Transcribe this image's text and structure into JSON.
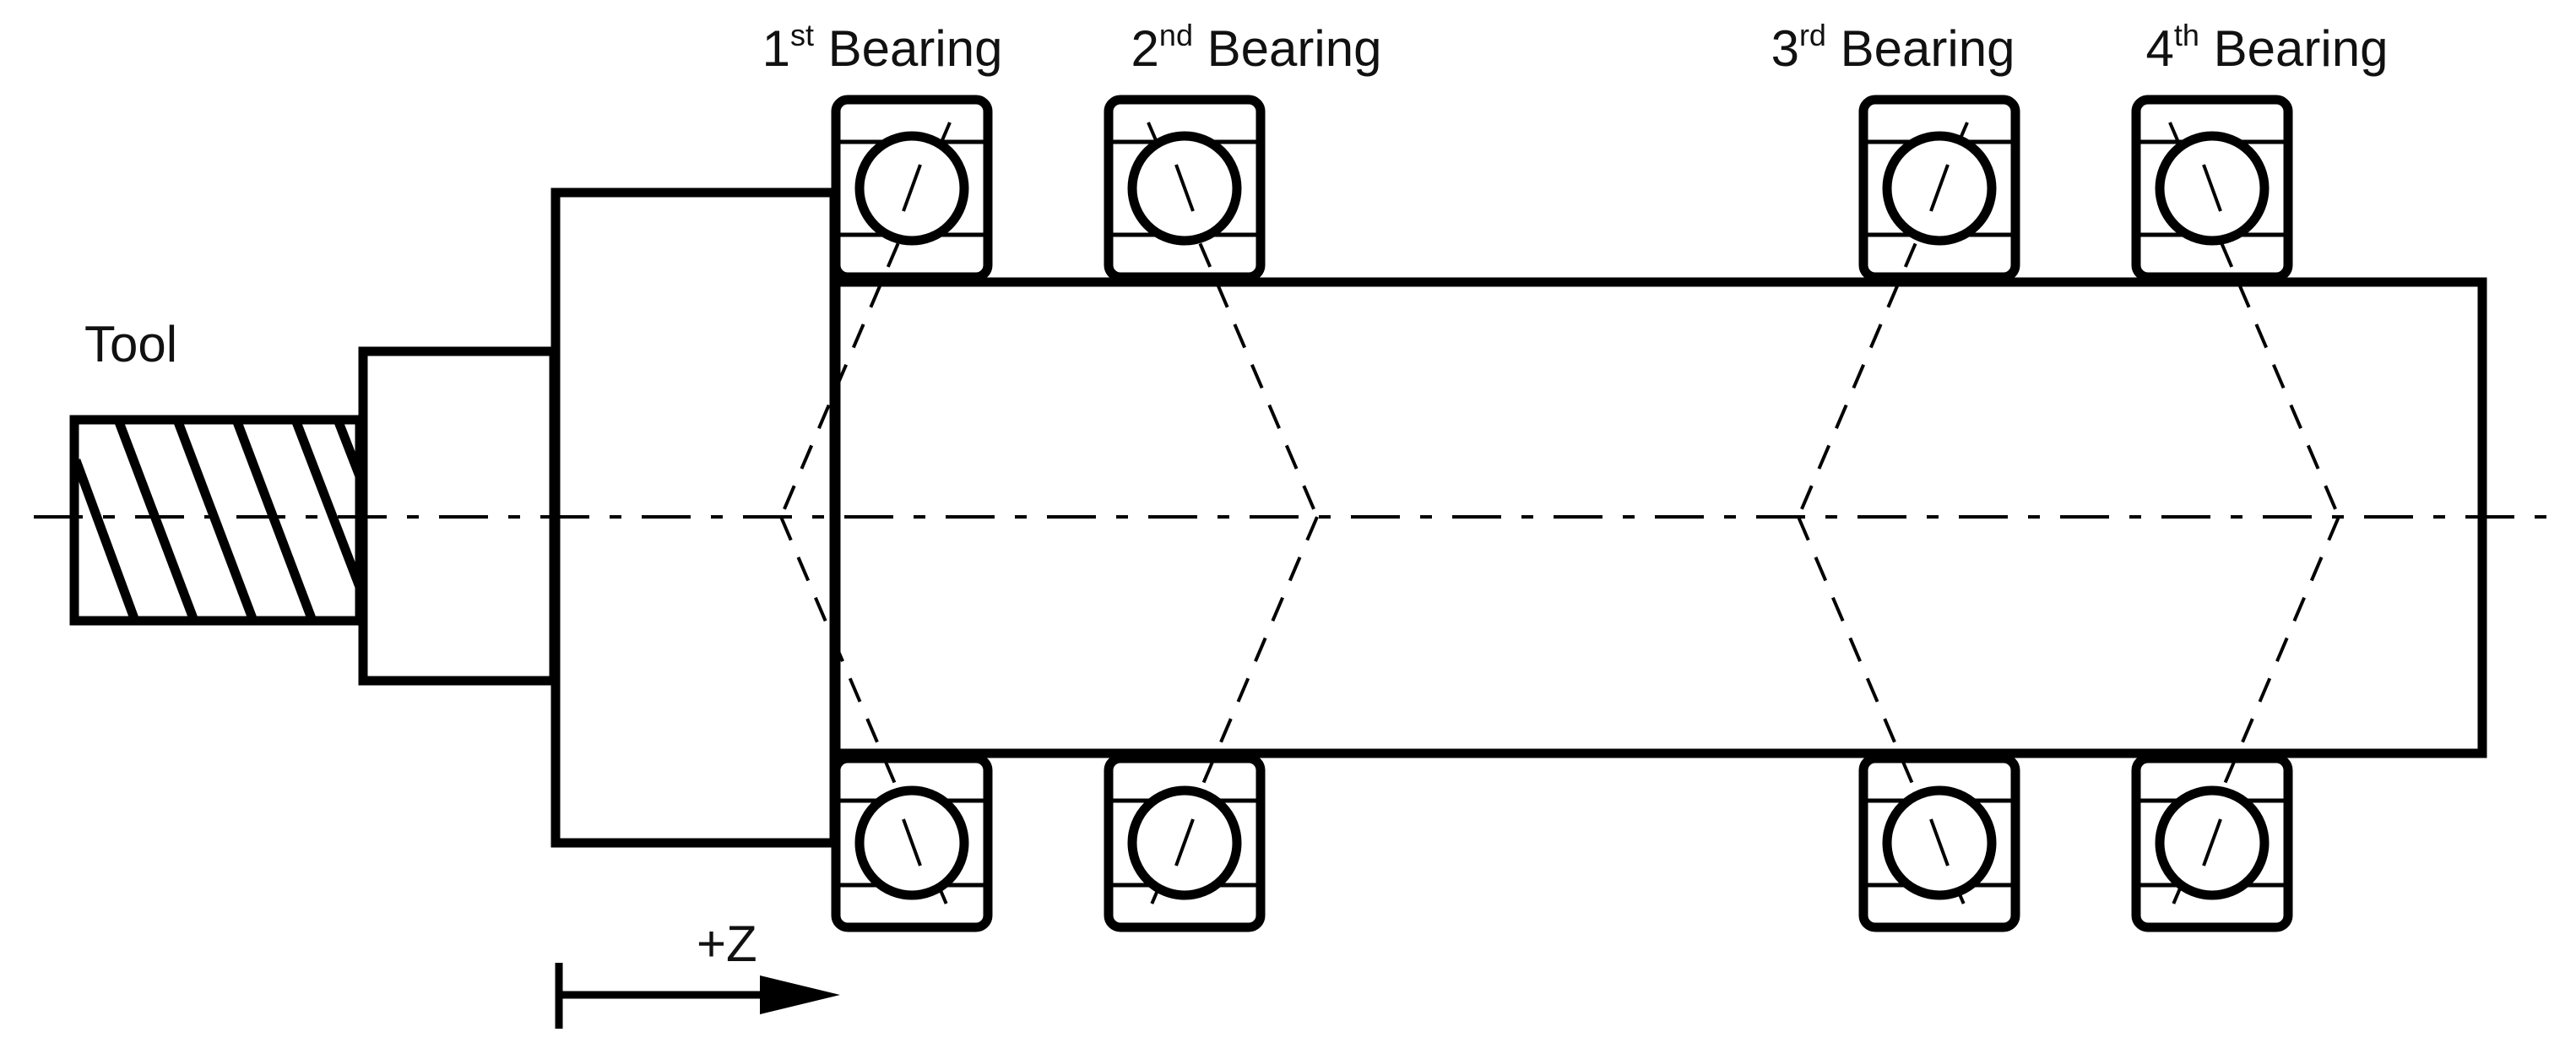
{
  "labels": {
    "tool": "Tool",
    "axis": "+Z"
  },
  "bearings": [
    {
      "num": "1",
      "suffix": "st",
      "word": "Bearing"
    },
    {
      "num": "2",
      "suffix": "nd",
      "word": "Bearing"
    },
    {
      "num": "3",
      "suffix": "rd",
      "word": "Bearing"
    },
    {
      "num": "4",
      "suffix": "th",
      "word": "Bearing"
    }
  ],
  "colors": {
    "line": "#000000",
    "background": "#ffffff"
  }
}
